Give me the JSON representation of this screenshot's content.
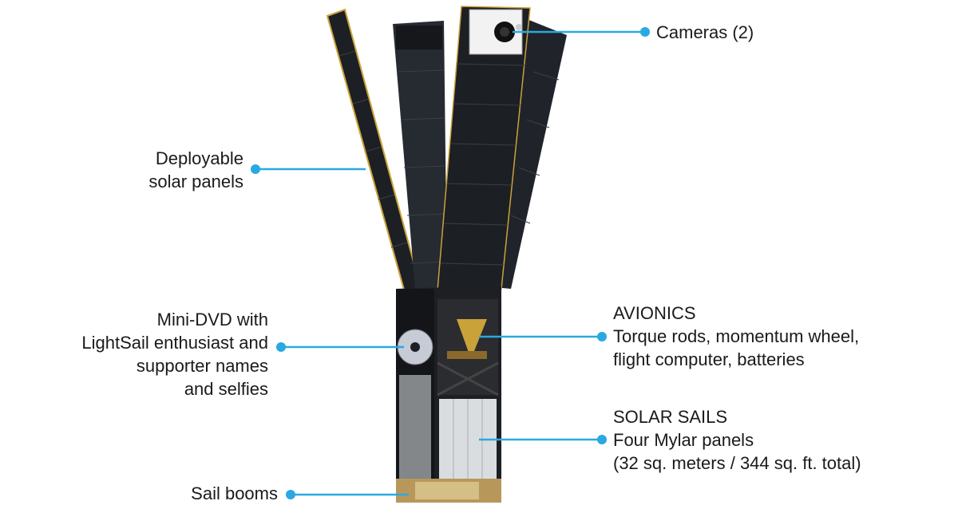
{
  "colors": {
    "callout": "#29a9e1",
    "panel": "#1c1f24",
    "panel_cell": "#2a2e35",
    "frame": "#222222",
    "gold": "#c9a23a",
    "sail": "#d9dde0"
  },
  "callouts": {
    "cameras": {
      "lines": [
        "Cameras (2)"
      ]
    },
    "solar_panels": {
      "lines": [
        "Deployable",
        "solar panels"
      ]
    },
    "mini_dvd": {
      "lines": [
        "Mini-DVD with",
        "LightSail enthusiast and",
        "supporter names",
        "and selfies"
      ]
    },
    "avionics": {
      "lines": [
        "AVIONICS",
        "Torque rods, momentum wheel,",
        "flight computer, batteries"
      ]
    },
    "solar_sails": {
      "lines": [
        "SOLAR SAILS",
        "Four Mylar panels",
        "(32 sq. meters / 344 sq. ft. total)"
      ]
    },
    "sail_booms": {
      "lines": [
        "Sail booms"
      ]
    }
  }
}
